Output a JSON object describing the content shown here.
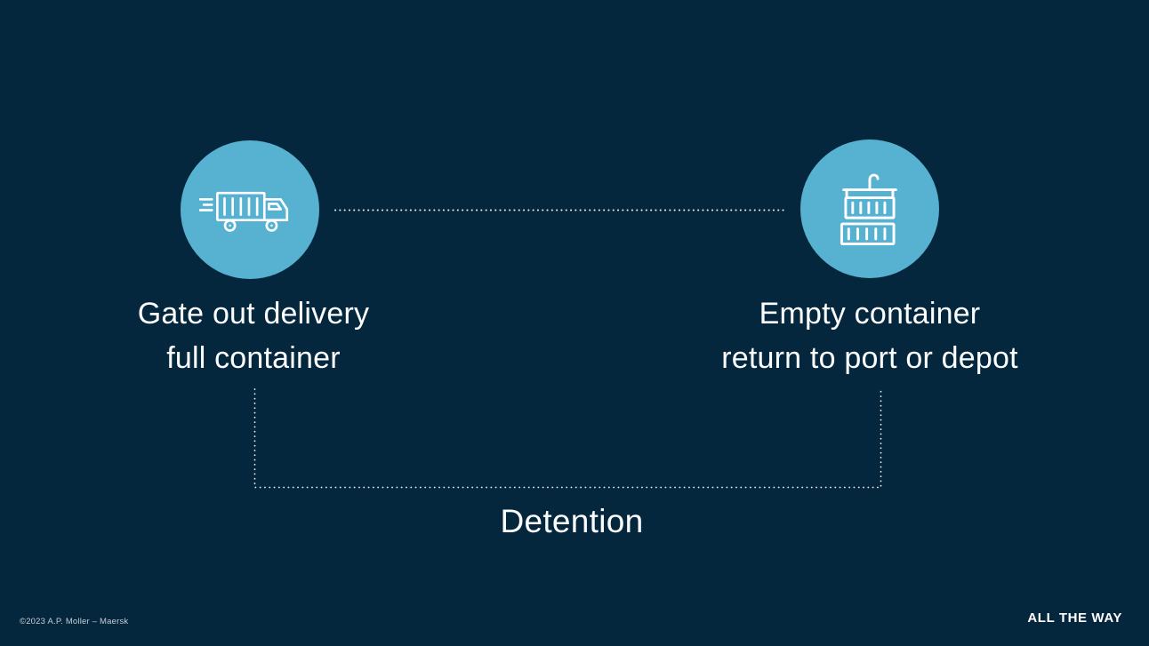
{
  "colors": {
    "background": "#05273d",
    "circle_accent": "#57b2d2",
    "text": "#ffffff",
    "dotted_line": "#e9eef1"
  },
  "nodes": [
    {
      "id": "gate-out-delivery",
      "icon": "truck-icon",
      "label_line1": "Gate out delivery",
      "label_line2": "full container"
    },
    {
      "id": "empty-container-return",
      "icon": "crane-container-icon",
      "label_line1": "Empty container",
      "label_line2": "return to port or depot"
    }
  ],
  "bracket": {
    "label": "Detention"
  },
  "footer": {
    "copyright": "©2023 A.P. Moller – Maersk",
    "tagline": "ALL THE WAY"
  }
}
